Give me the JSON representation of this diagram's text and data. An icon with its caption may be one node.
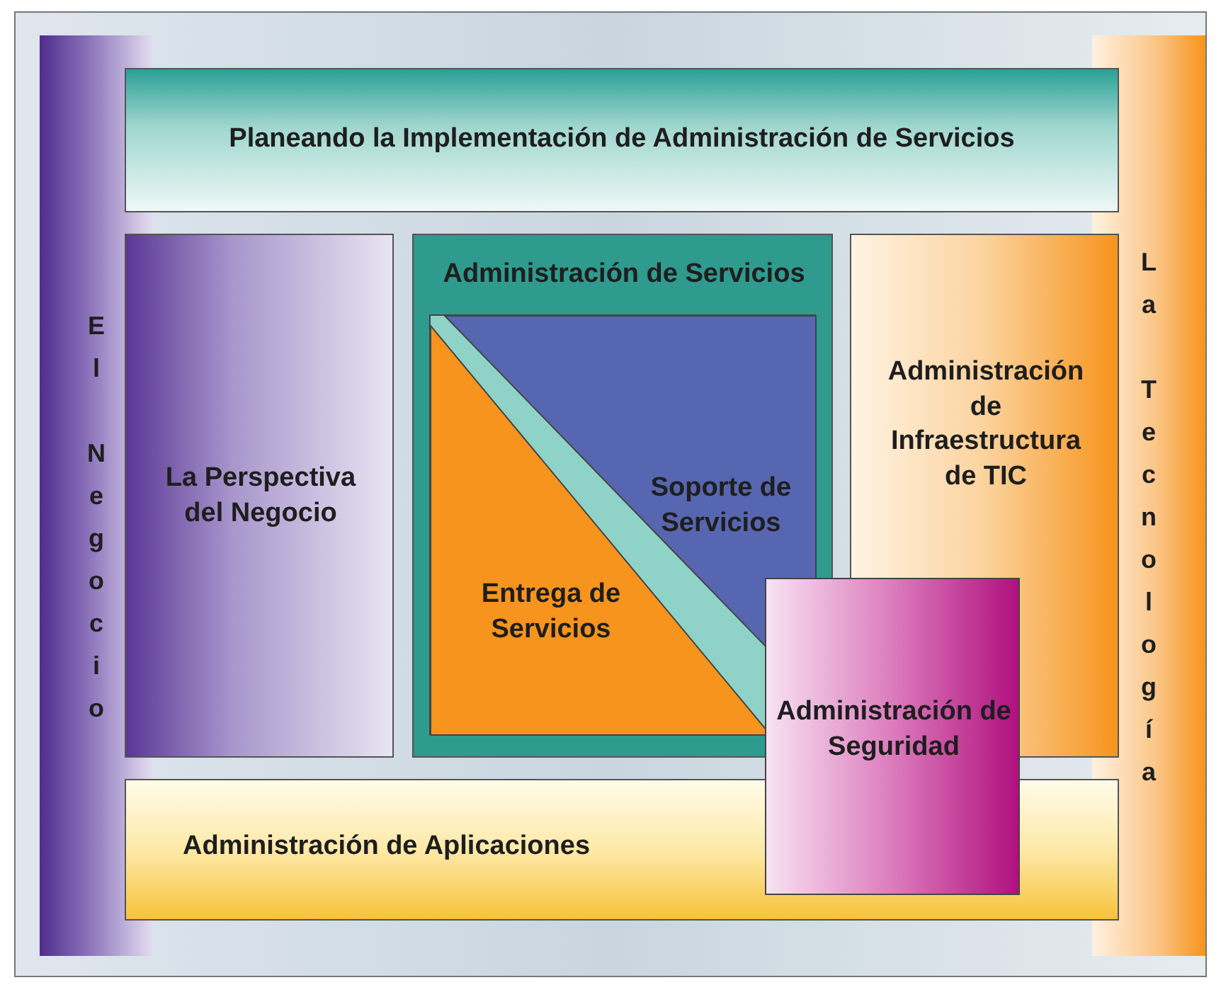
{
  "diagram": {
    "nodes": [
      {
        "text": [
          "El Negocio"
        ]
      },
      {
        "text": [
          "Planeando la Implementación de Administración de Servicios"
        ]
      },
      {
        "text": [
          "La Perspectiva del Negocio"
        ]
      },
      {
        "text": [
          "Administración de Servicios"
        ]
      },
      {
        "text": [
          "Soporte de Servicios"
        ],
        "in": 3
      },
      {
        "text": [
          "Entrega de Servicios"
        ],
        "in": 3
      },
      {
        "text": [
          "Administración de Infraestructura de TIC"
        ]
      },
      {
        "text": [
          "Administración de Seguridad"
        ]
      },
      {
        "text": [
          "Administración de Aplicaciones"
        ]
      },
      {
        "text": [
          "La Tecnología"
        ]
      }
    ]
  }
}
